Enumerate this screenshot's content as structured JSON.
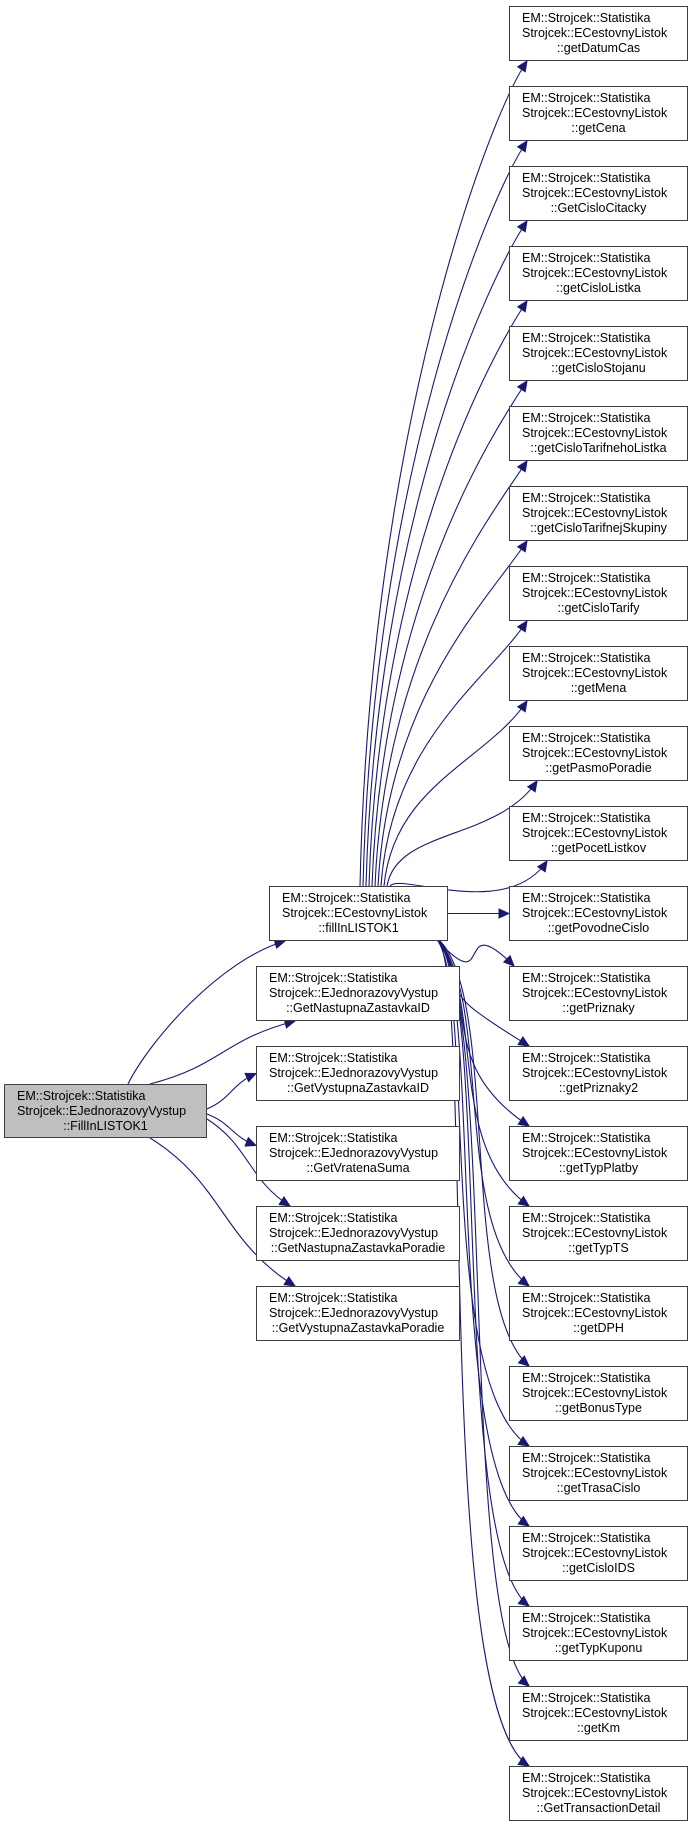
{
  "diagram": {
    "type": "call-graph",
    "edge_color": "#191970",
    "root": {
      "id": "root",
      "line1": "EM::Strojcek::Statistika",
      "line2": "Strojcek::EJednorazovyVystup",
      "line3": "::FillInLISTOK1",
      "highlighted": true
    },
    "middle": [
      {
        "id": "m0",
        "line1": "EM::Strojcek::Statistika",
        "line2": "Strojcek::ECestovnyListok",
        "line3": "::fillInLISTOK1"
      },
      {
        "id": "m1",
        "line1": "EM::Strojcek::Statistika",
        "line2": "Strojcek::EJednorazovyVystup",
        "line3": "::GetNastupnaZastavkaID"
      },
      {
        "id": "m2",
        "line1": "EM::Strojcek::Statistika",
        "line2": "Strojcek::EJednorazovyVystup",
        "line3": "::GetVystupnaZastavkaID"
      },
      {
        "id": "m3",
        "line1": "EM::Strojcek::Statistika",
        "line2": "Strojcek::EJednorazovyVystup",
        "line3": "::GetVratenaSuma"
      },
      {
        "id": "m4",
        "line1": "EM::Strojcek::Statistika",
        "line2": "Strojcek::EJednorazovyVystup",
        "line3": "::GetNastupnaZastavkaPoradie"
      },
      {
        "id": "m5",
        "line1": "EM::Strojcek::Statistika",
        "line2": "Strojcek::EJednorazovyVystup",
        "line3": "::GetVystupnaZastavkaPoradie"
      }
    ],
    "right": [
      {
        "id": "r0",
        "line1": "EM::Strojcek::Statistika",
        "line2": "Strojcek::ECestovnyListok",
        "line3": "::getDatumCas"
      },
      {
        "id": "r1",
        "line1": "EM::Strojcek::Statistika",
        "line2": "Strojcek::ECestovnyListok",
        "line3": "::getCena"
      },
      {
        "id": "r2",
        "line1": "EM::Strojcek::Statistika",
        "line2": "Strojcek::ECestovnyListok",
        "line3": "::GetCisloCitacky"
      },
      {
        "id": "r3",
        "line1": "EM::Strojcek::Statistika",
        "line2": "Strojcek::ECestovnyListok",
        "line3": "::getCisloListka"
      },
      {
        "id": "r4",
        "line1": "EM::Strojcek::Statistika",
        "line2": "Strojcek::ECestovnyListok",
        "line3": "::getCisloStojanu"
      },
      {
        "id": "r5",
        "line1": "EM::Strojcek::Statistika",
        "line2": "Strojcek::ECestovnyListok",
        "line3": "::getCisloTarifnehoListka"
      },
      {
        "id": "r6",
        "line1": "EM::Strojcek::Statistika",
        "line2": "Strojcek::ECestovnyListok",
        "line3": "::getCisloTarifnejSkupiny"
      },
      {
        "id": "r7",
        "line1": "EM::Strojcek::Statistika",
        "line2": "Strojcek::ECestovnyListok",
        "line3": "::getCisloTarify"
      },
      {
        "id": "r8",
        "line1": "EM::Strojcek::Statistika",
        "line2": "Strojcek::ECestovnyListok",
        "line3": "::getMena"
      },
      {
        "id": "r9",
        "line1": "EM::Strojcek::Statistika",
        "line2": "Strojcek::ECestovnyListok",
        "line3": "::getPasmoPoradie"
      },
      {
        "id": "r10",
        "line1": "EM::Strojcek::Statistika",
        "line2": "Strojcek::ECestovnyListok",
        "line3": "::getPocetListkov"
      },
      {
        "id": "r11",
        "line1": "EM::Strojcek::Statistika",
        "line2": "Strojcek::ECestovnyListok",
        "line3": "::getPovodneCislo"
      },
      {
        "id": "r12",
        "line1": "EM::Strojcek::Statistika",
        "line2": "Strojcek::ECestovnyListok",
        "line3": "::getPriznaky"
      },
      {
        "id": "r13",
        "line1": "EM::Strojcek::Statistika",
        "line2": "Strojcek::ECestovnyListok",
        "line3": "::getPriznaky2"
      },
      {
        "id": "r14",
        "line1": "EM::Strojcek::Statistika",
        "line2": "Strojcek::ECestovnyListok",
        "line3": "::getTypPlatby"
      },
      {
        "id": "r15",
        "line1": "EM::Strojcek::Statistika",
        "line2": "Strojcek::ECestovnyListok",
        "line3": "::getTypTS"
      },
      {
        "id": "r16",
        "line1": "EM::Strojcek::Statistika",
        "line2": "Strojcek::ECestovnyListok",
        "line3": "::getDPH"
      },
      {
        "id": "r17",
        "line1": "EM::Strojcek::Statistika",
        "line2": "Strojcek::ECestovnyListok",
        "line3": "::getBonusType"
      },
      {
        "id": "r18",
        "line1": "EM::Strojcek::Statistika",
        "line2": "Strojcek::ECestovnyListok",
        "line3": "::getTrasaCislo"
      },
      {
        "id": "r19",
        "line1": "EM::Strojcek::Statistika",
        "line2": "Strojcek::ECestovnyListok",
        "line3": "::getCisloIDS"
      },
      {
        "id": "r20",
        "line1": "EM::Strojcek::Statistika",
        "line2": "Strojcek::ECestovnyListok",
        "line3": "::getTypKuponu"
      },
      {
        "id": "r21",
        "line1": "EM::Strojcek::Statistika",
        "line2": "Strojcek::ECestovnyListok",
        "line3": "::getKm"
      },
      {
        "id": "r22",
        "line1": "EM::Strojcek::Statistika",
        "line2": "Strojcek::ECestovnyListok",
        "line3": "::GetTransactionDetail"
      }
    ],
    "edges": [
      [
        "root",
        "m0"
      ],
      [
        "root",
        "m1"
      ],
      [
        "root",
        "m2"
      ],
      [
        "root",
        "m3"
      ],
      [
        "root",
        "m4"
      ],
      [
        "root",
        "m5"
      ],
      [
        "m0",
        "r0"
      ],
      [
        "m0",
        "r1"
      ],
      [
        "m0",
        "r2"
      ],
      [
        "m0",
        "r3"
      ],
      [
        "m0",
        "r4"
      ],
      [
        "m0",
        "r5"
      ],
      [
        "m0",
        "r6"
      ],
      [
        "m0",
        "r7"
      ],
      [
        "m0",
        "r8"
      ],
      [
        "m0",
        "r9"
      ],
      [
        "m0",
        "r10"
      ],
      [
        "m0",
        "r11"
      ],
      [
        "m0",
        "r12"
      ],
      [
        "m0",
        "r13"
      ],
      [
        "m0",
        "r14"
      ],
      [
        "m0",
        "r15"
      ],
      [
        "m0",
        "r16"
      ],
      [
        "m0",
        "r17"
      ],
      [
        "m0",
        "r18"
      ],
      [
        "m0",
        "r19"
      ],
      [
        "m0",
        "r20"
      ],
      [
        "m0",
        "r21"
      ],
      [
        "m0",
        "r22"
      ]
    ]
  }
}
